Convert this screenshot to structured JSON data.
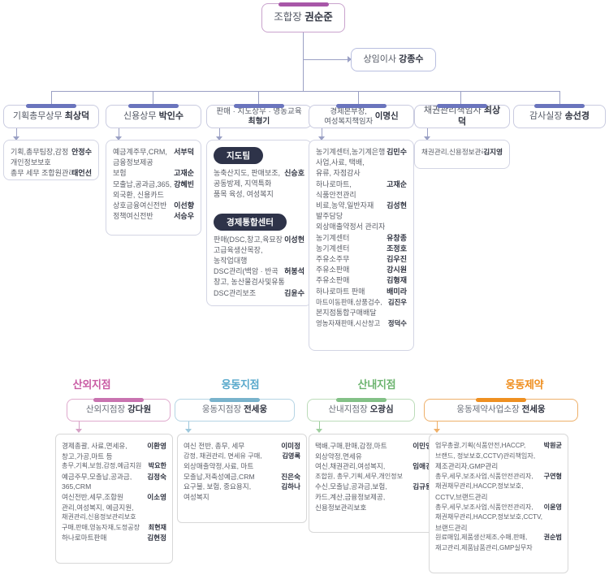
{
  "chart_meta": {
    "type": "org-chart",
    "title_root": "조합장 권순준"
  },
  "top": {
    "root": {
      "role": "조합장",
      "name": "권순준"
    },
    "exec": {
      "role": "상임이사",
      "name": "강종수"
    }
  },
  "divisions": [
    {
      "id": "planning",
      "head_role": "기획총무상무",
      "head_name": "최상덕",
      "rows": [
        {
          "duty": "기획,총무팀장,감정",
          "person": "안정수"
        },
        {
          "duty": "개인정보보호",
          "person": ""
        },
        {
          "duty": "총무 세무 조합원관리",
          "person": "태언선"
        }
      ]
    },
    {
      "id": "credit",
      "head_role": "신용상무",
      "head_name": "박인수",
      "rows": [
        {
          "duty": "예금계주무,CRM,",
          "person": "서부덕"
        },
        {
          "duty": "금융정보제공",
          "person": ""
        },
        {
          "duty": "보험",
          "person": "고재순"
        },
        {
          "duty": "모출납,공과금,365,",
          "person": "강혜빈"
        },
        {
          "duty": "외국환, 신용카드",
          "person": ""
        },
        {
          "duty": "상호금융여신전반",
          "person": "이선향"
        },
        {
          "duty": "정책여신전반",
          "person": "서승우"
        }
      ]
    },
    {
      "id": "sales",
      "head_role": "판매 · 지도상무 · 영농교육",
      "head_name": "최형기",
      "groups": [
        {
          "pill": "지도팀",
          "rows": [
            {
              "duty": "농축산지도, 판매보조,",
              "person": "신승호"
            },
            {
              "duty": "공동방제, 지역특화",
              "person": ""
            },
            {
              "duty": "품목 육성, 여성복지",
              "person": ""
            }
          ]
        },
        {
          "pill": "경제통합센터",
          "rows": [
            {
              "duty": "판매(DSC,창고,육묘장",
              "person": "이성현"
            },
            {
              "duty": "고급육생산목장,",
              "person": ""
            },
            {
              "duty": "농작업대행",
              "person": ""
            },
            {
              "duty": "DSC관리(백암 · 반곡",
              "person": "허봉석"
            },
            {
              "duty": "창고, 농산물검사및유통",
              "person": ""
            },
            {
              "duty": "DSC관리보조",
              "person": "김윤수"
            }
          ]
        }
      ]
    },
    {
      "id": "economy",
      "head_role": "경제본부장,\n여성복지책임자",
      "head_role_line1": "경제본부장,",
      "head_role_line2": "여성복지책임자",
      "head_name": "이명신",
      "rows": [
        {
          "duty": "농기계센터,농기계은행",
          "person": "김민수"
        },
        {
          "duty": "사업,사료, 택배,",
          "person": ""
        },
        {
          "duty": "유류, 자점감사",
          "person": ""
        },
        {
          "duty": "하나로마트,",
          "person": "고재순"
        },
        {
          "duty": "식품안전관리",
          "person": ""
        },
        {
          "duty": "비료,농약,일반자재",
          "person": "김성현"
        },
        {
          "duty": "발주담당",
          "person": ""
        },
        {
          "duty": "외상매출약정서 관리자",
          "person": ""
        },
        {
          "duty": "농기계센터",
          "person": "유창종"
        },
        {
          "duty": "농기계센터",
          "person": "조정호"
        },
        {
          "duty": "주유소주무",
          "person": "김우진"
        },
        {
          "duty": "주유소판매",
          "person": "강시원"
        },
        {
          "duty": "주유소판매",
          "person": "김형재"
        },
        {
          "duty": "하나로마트 판매",
          "person": "배미라"
        },
        {
          "duty": "마트이동판매,상품검수,",
          "person": "김진우"
        },
        {
          "duty": "본지점통합구매배달",
          "person": ""
        },
        {
          "duty": "영농자재판매,시산창고",
          "person": "정덕수"
        }
      ]
    },
    {
      "id": "bond",
      "head_role": "채권관리책임자",
      "head_name": "최상덕",
      "rows": [
        {
          "duty": "채권관리,신용정보관리",
          "person": "김지영"
        }
      ]
    },
    {
      "id": "audit",
      "head_role": "감사실장",
      "head_name": "송선경",
      "rows": []
    }
  ],
  "branches": [
    {
      "id": "sanoe",
      "title": "산외지점",
      "head_role": "산외지점장",
      "head_name": "강다원",
      "color": "pink",
      "rows": [
        {
          "duty": "경제총괄, 사료,면세유,",
          "person": "이환영"
        },
        {
          "duty": "창고,가공,마트 등",
          "person": ""
        },
        {
          "duty": "총무,기획,보험,감정,예금지원",
          "person": "박요한"
        },
        {
          "duty": "예금주무,모출납,공과금,",
          "person": "김정숙"
        },
        {
          "duty": "365,CRM",
          "person": ""
        },
        {
          "duty": "여신전반,세무,조합원",
          "person": "이소영"
        },
        {
          "duty": "관리,여성복지, 예금지원,",
          "person": ""
        },
        {
          "duty": "채권관리,신용정보관리보호",
          "person": ""
        },
        {
          "duty": "구매,판매,영농자재,도정공장",
          "person": "최현재"
        },
        {
          "duty": "하나로마트판매",
          "person": "김현정"
        }
      ]
    },
    {
      "id": "ungdong",
      "title": "웅동지점",
      "head_role": "웅동지점장",
      "head_name": "전세웅",
      "color": "blue",
      "rows": [
        {
          "duty": "여신 전반, 총무, 세무",
          "person": "이미정"
        },
        {
          "duty": "감정, 채권관리, 면세유 구매,",
          "person": "김영록"
        },
        {
          "duty": "외상매출약정,사료, 마트",
          "person": ""
        },
        {
          "duty": "모출납,저축성예금,CRM",
          "person": "진은숙"
        },
        {
          "duty": "요구불, 보험, 중요용지,",
          "person": "김하나"
        },
        {
          "duty": "여성복지",
          "person": ""
        }
      ]
    },
    {
      "id": "sannae",
      "title": "산내지점",
      "head_role": "산내지점장",
      "head_name": "오광심",
      "color": "green",
      "rows": [
        {
          "duty": "택배,구매,판매,감정,마트",
          "person": "이민영"
        },
        {
          "duty": "외상약정,면세유",
          "person": ""
        },
        {
          "duty": "여신,채권관리,여성복지,",
          "person": "임애경"
        },
        {
          "duty": "조합원, 총무,기획,세무,개인정보",
          "person": ""
        },
        {
          "duty": "수신,모출납,공과금,보험,",
          "person": "김규원"
        },
        {
          "duty": "카드,계산,금융정보제공,",
          "person": ""
        },
        {
          "duty": "신용정보관리보호",
          "person": ""
        }
      ]
    },
    {
      "id": "ungdongpharm",
      "title": "웅동제약",
      "head_role": "웅동제약사업소장",
      "head_name": "전세웅",
      "color": "orange",
      "rows": [
        {
          "duty": "업무총괄,기획(식품안전,HACCP,",
          "person": "박원균"
        },
        {
          "duty": "브랜드, 정보보호,CCTV)관리책임자,",
          "person": ""
        },
        {
          "duty": "제조관리자,GMP관리",
          "person": ""
        },
        {
          "duty": "총무,세무,보조사업,식품안전관리자,",
          "person": "구연형"
        },
        {
          "duty": "채권채무관리,HACCP,정보보호,",
          "person": ""
        },
        {
          "duty": "CCTV,브랜드관리",
          "person": ""
        },
        {
          "duty": "총무,세무,보조사업,식품안전관리자,",
          "person": "이윤영"
        },
        {
          "duty": "채권채무관리,HACCP,정보보호,CCTV,",
          "person": ""
        },
        {
          "duty": "브랜드관리",
          "person": ""
        },
        {
          "duty": "원료매입,제품생산제조,수매,판매,",
          "person": "권순범"
        },
        {
          "duty": "재고관리,제품납품관리,GMP실무자",
          "person": ""
        }
      ]
    }
  ],
  "colors": {
    "line": "#9aa0c4",
    "root_accent": "#a857a8",
    "dept_accent": "#6a74bd",
    "pill_bg": "#2e3349",
    "pink": "#c973b0",
    "blue": "#79b3cc",
    "green": "#83c187",
    "orange": "#ef9021"
  }
}
